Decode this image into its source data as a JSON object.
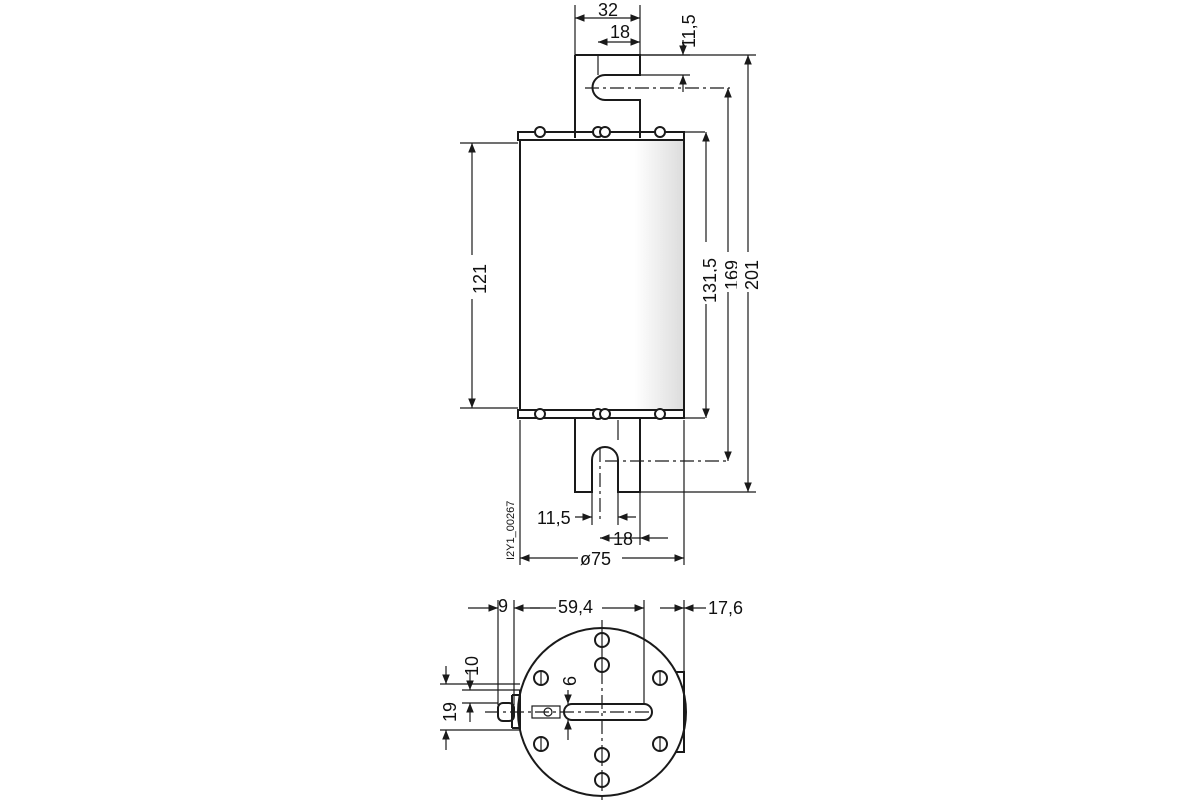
{
  "drawing_id": "I2Y1_00267",
  "front_view": {
    "dim_blade_width": "32",
    "dim_slot_spacing_top": "18",
    "dim_slot_width_top": "11,5",
    "dim_body_height": "121",
    "dim_contact_height": "131,5",
    "dim_slot_center_height": "169",
    "dim_overall_height": "201",
    "dim_slot_width_bottom": "11,5",
    "dim_slot_spacing_bottom": "18",
    "dim_diameter": "ø75"
  },
  "bottom_view": {
    "dim_offset_left": "9",
    "dim_body_width": "59,4",
    "dim_right_tab": "17,6",
    "dim_indicator": "10",
    "dim_hole": "6",
    "dim_height": "19"
  }
}
